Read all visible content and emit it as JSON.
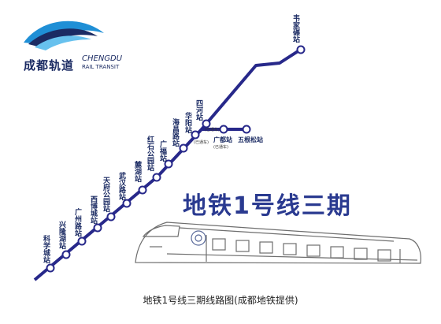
{
  "logo": {
    "chinese": "成都轨道",
    "english_line1": "CHENGDU",
    "english_line2": "RAIL TRANSIT"
  },
  "headline": "地铁1号线三期",
  "caption": "地铁1号线三期线路图(成都地铁提供)",
  "colors": {
    "line": "#27288a",
    "station_fill": "#ffffff",
    "headline": "#2a3a90",
    "logo_navy": "#1b2b63",
    "logo_blue": "#1f8fd6"
  },
  "stations": [
    {
      "id": "kexuecheng",
      "name": "科学城站",
      "sub": ""
    },
    {
      "id": "xinglonghu",
      "name": "兴隆湖站",
      "sub": ""
    },
    {
      "id": "guangzhoulu",
      "name": "广州路站",
      "sub": ""
    },
    {
      "id": "xibocheng",
      "name": "西博城站",
      "sub": ""
    },
    {
      "id": "tianfugongyuan",
      "name": "天府公园站",
      "sub": ""
    },
    {
      "id": "wuhanlu",
      "name": "武汉路站",
      "sub": ""
    },
    {
      "id": "luhu",
      "name": "麓湖站",
      "sub": ""
    },
    {
      "id": "hongshigongyuan",
      "name": "红石公园站",
      "sub": ""
    },
    {
      "id": "guangfu",
      "name": "广福站",
      "sub": ""
    },
    {
      "id": "haichanglu",
      "name": "海昌路站",
      "sub": ""
    },
    {
      "id": "huayang",
      "name": "华阳站",
      "sub": "(已通车)"
    },
    {
      "id": "sihe",
      "name": "四河站",
      "sub": "(已通车)"
    },
    {
      "id": "weijianian",
      "name": "韦家碾站",
      "sub": ""
    }
  ],
  "branch_stations": [
    {
      "id": "guangdu",
      "name": "广都站",
      "sub": "(已通车)"
    },
    {
      "id": "wugensong",
      "name": "五根松站",
      "sub": ""
    }
  ]
}
